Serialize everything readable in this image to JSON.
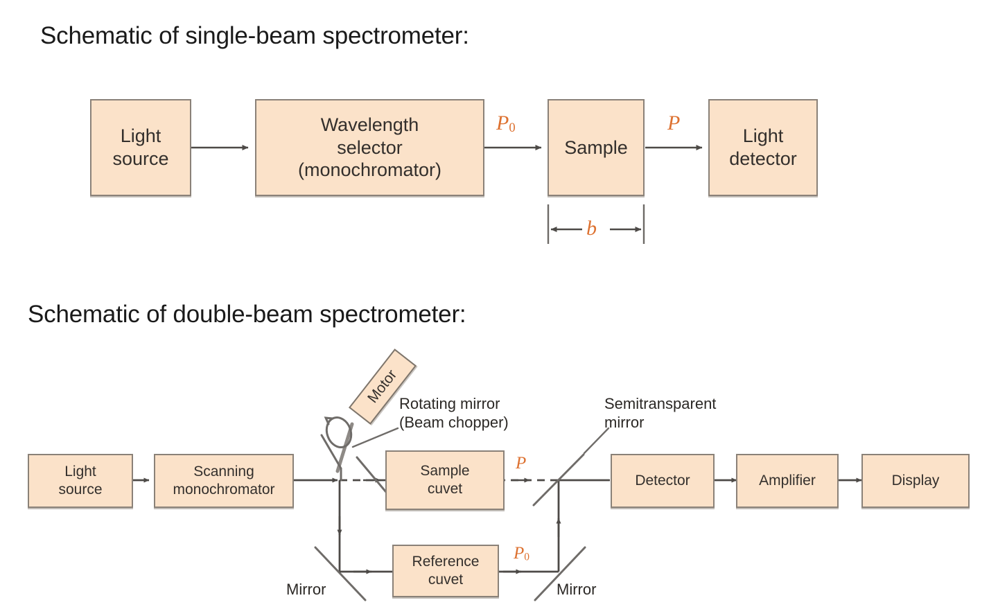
{
  "page": {
    "background": "#ffffff",
    "box_fill": "#fbe2c9",
    "box_border": "#8a8178",
    "symbol_color": "#dd7130",
    "line_color": "#4d4a47"
  },
  "single_beam": {
    "heading": "Schematic of single-beam spectrometer:",
    "boxes": [
      {
        "id": "light-source",
        "label": "Light\nsource"
      },
      {
        "id": "wavelength-selector",
        "label": "Wavelength\nselector\n(monochromator)"
      },
      {
        "id": "sample",
        "label": "Sample"
      },
      {
        "id": "light-detector",
        "label": "Light\ndetector"
      }
    ],
    "labels": [
      {
        "id": "p-zero",
        "text": "P",
        "sub": "0"
      },
      {
        "id": "p",
        "text": "P",
        "sub": ""
      },
      {
        "id": "pathlength",
        "text": "b",
        "sub": ""
      }
    ]
  },
  "double_beam": {
    "heading": "Schematic of double-beam spectrometer:",
    "boxes": [
      {
        "id": "light-source",
        "label": "Light\nsource"
      },
      {
        "id": "scanning-monochromator",
        "label": "Scanning\nmonochromator"
      },
      {
        "id": "motor",
        "label": "Motor"
      },
      {
        "id": "sample-cuvet",
        "label": "Sample\ncuvet"
      },
      {
        "id": "reference-cuvet",
        "label": "Reference\ncuvet"
      },
      {
        "id": "detector",
        "label": "Detector"
      },
      {
        "id": "amplifier",
        "label": "Amplifier"
      },
      {
        "id": "display",
        "label": "Display"
      }
    ],
    "annotations": [
      {
        "id": "rotating-mirror",
        "line1": "Rotating mirror",
        "line2": "(Beam chopper)"
      },
      {
        "id": "semitransparent-mirror",
        "line1": "Semitransparent",
        "line2": "mirror"
      },
      {
        "id": "mirror-left",
        "line1": "Mirror",
        "line2": ""
      },
      {
        "id": "mirror-right",
        "line1": "Mirror",
        "line2": ""
      }
    ],
    "labels": [
      {
        "id": "p",
        "text": "P",
        "sub": ""
      },
      {
        "id": "p-zero",
        "text": "P",
        "sub": "0"
      }
    ]
  }
}
